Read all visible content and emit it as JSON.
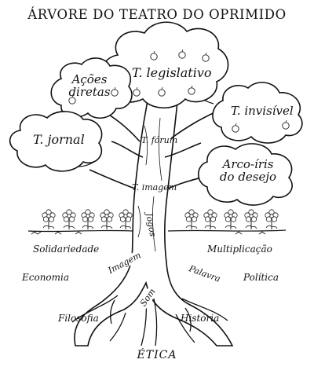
{
  "title": "ÁRVORE DO TEATRO DO OPRIMIDO",
  "branches": {
    "legislativo": "T. legislativo",
    "acoes_line1": "Ações",
    "acoes_line2": "diretas",
    "invisivel": "T. invisível",
    "jornal": "T. jornal",
    "arco_line1": "Arco-íris",
    "arco_line2": "do desejo"
  },
  "trunk": {
    "forum": "T. fórum",
    "imagem": "T. imagem",
    "jogos": "Jogos"
  },
  "ground_left": {
    "solidariedade": "Solidariedade",
    "economia": "Economia",
    "filosofia": "Filosofia"
  },
  "ground_right": {
    "multiplicacao": "Multiplicação",
    "politica": "Política",
    "historia": "História"
  },
  "roots": {
    "imagem": "Imagem",
    "som": "Som",
    "palavra": "Palavra"
  },
  "base": "ÉTICA"
}
